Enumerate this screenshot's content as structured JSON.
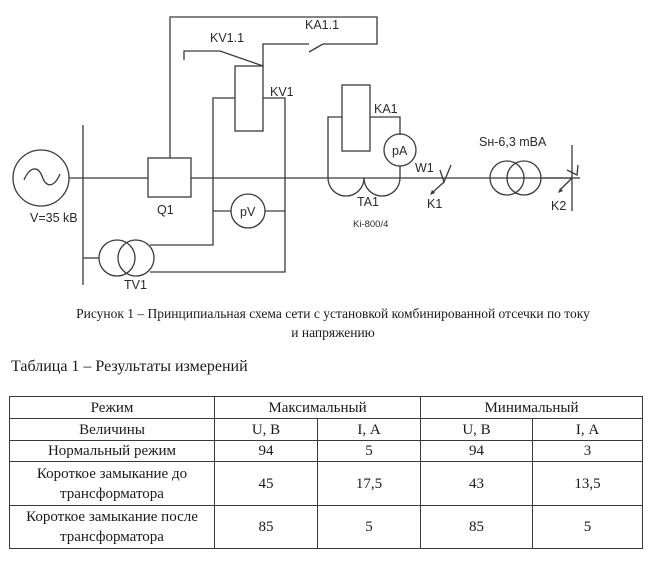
{
  "diagram": {
    "labels": {
      "source_voltage": "V=35 kB",
      "breaker": "Q1",
      "voltage_relay": "KV1",
      "voltage_relay_contact": "KV1.1",
      "current_relay": "KA1",
      "current_relay_contact": "KA1.1",
      "voltmeter": "pV",
      "ammeter": "pA",
      "voltage_transformer": "TV1",
      "current_transformer": "TA1",
      "ct_ratio": "Ki-800/4",
      "line": "W1",
      "fault_1": "K1",
      "fault_2": "K2",
      "power_transformer_rating": "Sн-6,3 mBA"
    }
  },
  "figure_caption": {
    "line1": "Рисунок 1 – Принципиальная схема сети с установкой комбинированной отсечки по току",
    "line2": "и напряжению"
  },
  "table": {
    "title": "Таблица 1 – Результаты измерений",
    "header_row1": [
      "Режим",
      "Максимальный",
      "Минимальный"
    ],
    "header_row2": [
      "Величины",
      "U, В",
      "I, А",
      "U, В",
      "I, А"
    ],
    "rows": [
      {
        "mode": "Нормальный режим",
        "values": [
          "94",
          "5",
          "94",
          "3"
        ]
      },
      {
        "mode": "Короткое замыкание до трансформатора",
        "values": [
          "45",
          "17,5",
          "43",
          "13,5"
        ]
      },
      {
        "mode": "Короткое замыкание после трансформатора",
        "values": [
          "85",
          "5",
          "85",
          "5"
        ]
      }
    ]
  }
}
